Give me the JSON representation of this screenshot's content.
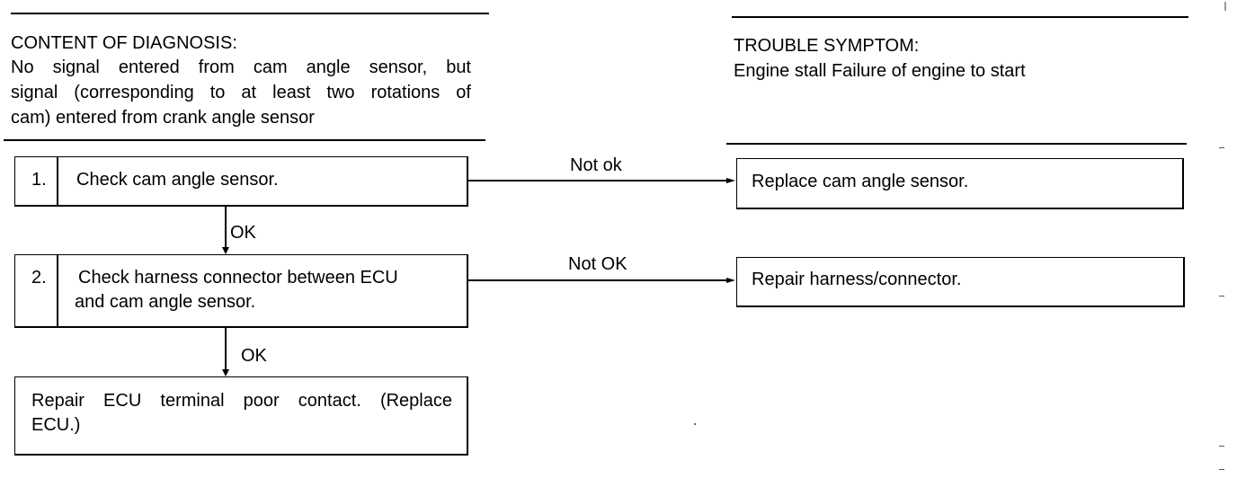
{
  "content": {
    "title": "CONTENT OF DIAGNOSIS:",
    "line1": "No signal entered from cam angle sensor, but",
    "line2": "signal (corresponding to at least two rotations of",
    "line3": "cam) entered from crank angle sensor"
  },
  "symptom": {
    "title": "TROUBLE SYMPTOM:",
    "text": "Engine stall Failure of engine to start"
  },
  "steps": [
    {
      "num": "1.",
      "line1": "Check cam angle sensor.",
      "line2": ""
    },
    {
      "num": "2.",
      "line1": "Check harness connector between ECU",
      "line2": "and cam angle sensor."
    }
  ],
  "final": {
    "line1": "Repair ECU terminal poor contact. (Replace",
    "line2": "ECU.)"
  },
  "branches": [
    {
      "label": "Not ok",
      "action": "Replace cam angle sensor."
    },
    {
      "label": "Not OK",
      "action": "Repair harness/connector."
    }
  ],
  "ok_labels": [
    "OK",
    "OK"
  ]
}
